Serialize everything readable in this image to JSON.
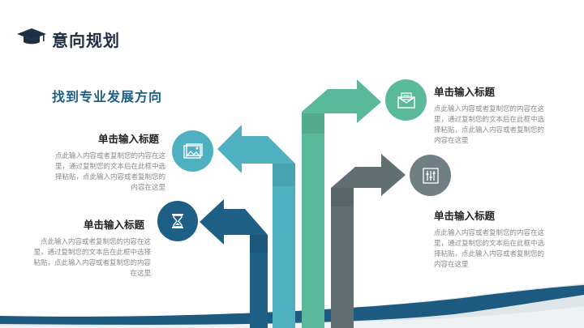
{
  "header": {
    "icon": "graduation-cap-icon",
    "title": "意向规划"
  },
  "subtitle": "找到专业发展方向",
  "items": [
    {
      "id": "left-top",
      "icon": "image-icon",
      "color": "#4fb1bf",
      "title": "单击输入标题",
      "body": "点此输入内容或者复制您的内容在这里，通过复制您的文本后在此框中选择粘贴，点此输入内容或者复制您的内容在这里"
    },
    {
      "id": "left-bottom",
      "icon": "hourglass-icon",
      "color": "#1e5f86",
      "title": "单击输入标题",
      "body": "点此输入内容或者复制您的内容在这里，通过复制您的文本后在此框中选择粘贴，点此输入内容或者复制您的内容在这里"
    },
    {
      "id": "right-top",
      "icon": "mail-icon",
      "color": "#5ab99a",
      "title": "单击输入标题",
      "body": "点此输入内容或者复制您的内容在这里，通过复制您的文本后在此框中选择粘贴，点此输入内容或者复制您的内容在这里"
    },
    {
      "id": "right-bottom",
      "icon": "sliders-icon",
      "color": "#6f7f84",
      "title": "单击输入标题",
      "body": "点此输入内容或者复制您的内容在这里，通过复制您的文本后在此框中选择粘贴，点此输入内容或者复制您的内容在这里"
    }
  ],
  "colors": {
    "navy": "#1e2f43",
    "deep_blue": "#1e5f86",
    "teal": "#4fb1bf",
    "green": "#5ab99a",
    "gray": "#5f6f72",
    "wave": "#1d5a80"
  }
}
